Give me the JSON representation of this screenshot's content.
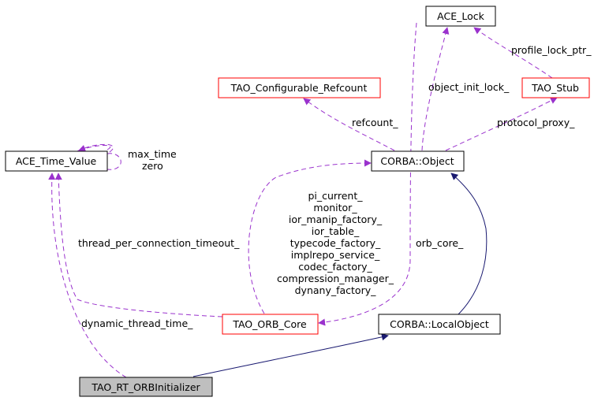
{
  "colors": {
    "usage_edge": "#9a32cd",
    "inherit_edge": "#191970",
    "normal_border": "#000000",
    "incomplete_border": "#ff0000",
    "highlight_fill": "#bfbfbf",
    "background": "#ffffff"
  },
  "nodes": {
    "ace_lock": "ACE_Lock",
    "tao_configurable_refcount": "TAO_Configurable_Refcount",
    "tao_stub": "TAO_Stub",
    "ace_time_value": "ACE_Time_Value",
    "corba_object": "CORBA::Object",
    "tao_orb_core": "TAO_ORB_Core",
    "corba_localobject": "CORBA::LocalObject",
    "tao_rt_orbinitializer": "TAO_RT_ORBInitializer"
  },
  "edge_labels": {
    "profile_lock_ptr": "profile_lock_ptr_",
    "object_init_lock": "object_init_lock_",
    "refcount": "refcount_",
    "protocol_proxy": "protocol_proxy_",
    "max_time": "max_time",
    "zero": "zero",
    "orb_core": "orb_core_",
    "thread_per_connection_timeout": "thread_per_connection_timeout_",
    "dynamic_thread_time": "dynamic_thread_time_",
    "orb_core_members": [
      "pi_current_",
      "monitor_",
      "ior_manip_factory_",
      "ior_table_",
      "typecode_factory_",
      "implrepo_service_",
      "codec_factory_",
      "compression_manager_",
      "dynany_factory_"
    ]
  }
}
